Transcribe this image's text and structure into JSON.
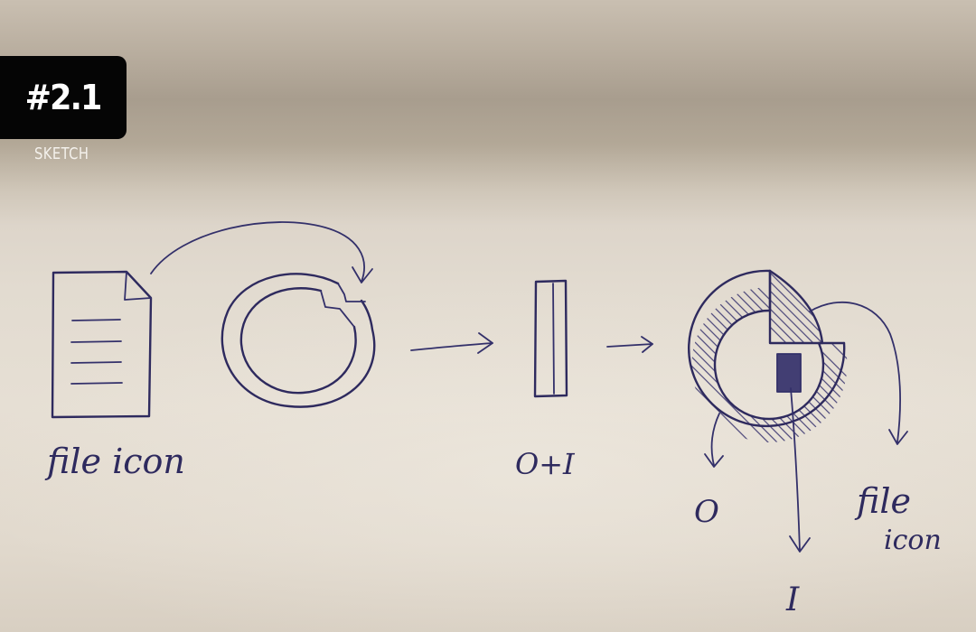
{
  "badge": {
    "number": "#2.1",
    "caption": "SKETCH"
  },
  "labels": {
    "file_icon_left": "file icon",
    "o_plus_i": "O+I",
    "o": "O",
    "i": "I",
    "file_right_line1": "file",
    "file_right_line2": "icon"
  },
  "colors": {
    "ink": "#2e2a5e",
    "badge_bg": "#050505",
    "badge_text": "#ffffff"
  }
}
